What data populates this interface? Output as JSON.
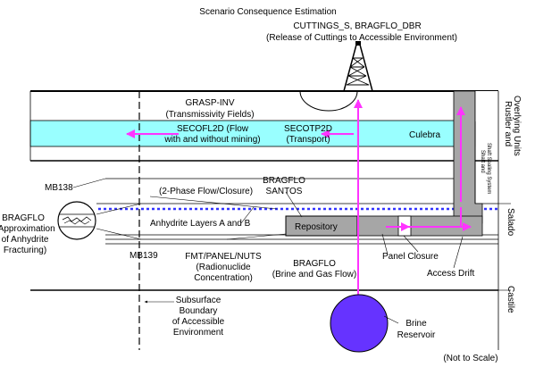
{
  "title": "Scenario Consequence Estimation",
  "colors": {
    "culebra": "#99FFFF",
    "flow_arrow": "#FF33FF",
    "brine_reservoir": "#6633FF",
    "repository": "#A6A6A6",
    "shaft": "#A6A6A6",
    "marker_bed": "#3333FF"
  },
  "labels": {
    "cuttings_line1": "CUTTINGS_S, BRAGFLO_DBR",
    "cuttings_line2": "(Release of Cuttings to Accessible Environment)",
    "grasp_line1": "GRASP-INV",
    "grasp_line2": "(Transmissivity Fields)",
    "secofl_line1": "SECOFL2D (Flow",
    "secofl_line2": "with and without mining)",
    "secotp_line1": "SECOTP2D",
    "secotp_line2": "(Transport)",
    "culebra": "Culebra",
    "mb138": "MB138",
    "two_phase": "(2-Phase Flow/Closure)",
    "bragflo_santos_1": "BRAGFLO",
    "bragflo_santos_2": "SANTOS",
    "bragflo_left_1": "BRAGFLO",
    "bragflo_left_2": "(Approximation",
    "bragflo_left_3": "of Anhydrite",
    "bragflo_left_4": "Fracturing)",
    "anhydrite": "Anhydrite Layers A and B",
    "repository": "Repository",
    "mb139": "MB139",
    "fmt_line1": "FMT/PANEL/NUTS",
    "fmt_line2": "(Radionuclide",
    "fmt_line3": "Concentration)",
    "panel_closure": "Panel Closure",
    "access_drift": "Access Drift",
    "brine_gas_1": "BRAGFLO",
    "brine_gas_2": "(Brine and Gas Flow)",
    "subsurface_1": "Subsurface",
    "subsurface_2": "Boundary",
    "subsurface_3": "of Accessible",
    "subsurface_4": "Environment",
    "brine_res_1": "Brine",
    "brine_res_2": "Reservoir",
    "not_to_scale": "(Not to Scale)",
    "shaft_1": "Shaft and",
    "shaft_2": "Shaft Sealing System",
    "unit_rustler_1": "Rustler and",
    "unit_rustler_2": "Overlying Units",
    "unit_salado": "Salado",
    "unit_castile": "Castile"
  }
}
